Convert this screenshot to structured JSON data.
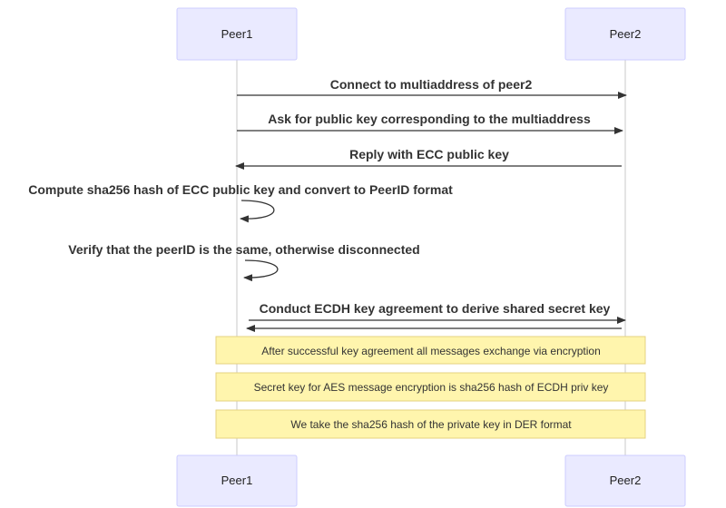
{
  "actors": {
    "peer1": "Peer1",
    "peer2": "Peer2"
  },
  "messages": {
    "connect": "Connect to multiaddress of peer2",
    "ask_key": "Ask for public key corresponding to the multiaddress",
    "reply_key": "Reply with ECC public key",
    "compute_hash": "Compute sha256 hash of ECC public key and convert to PeerID format",
    "verify": "Verify that the peerID is the same, otherwise disconnected",
    "ecdh": "Conduct ECDH key agreement to derive shared secret key"
  },
  "notes": {
    "encryption": "After successful key agreement all messages exchange via encryption",
    "aes_key": "Secret key for AES message encryption is sha256 hash of ECDH priv key",
    "der_format": "We take the sha256 hash of the private key in DER format"
  },
  "colors": {
    "actor_fill": "#eaeaff",
    "actor_border": "#ccccff",
    "note_fill": "#fff5ad",
    "note_border": "#e6d280",
    "line": "#333333"
  }
}
